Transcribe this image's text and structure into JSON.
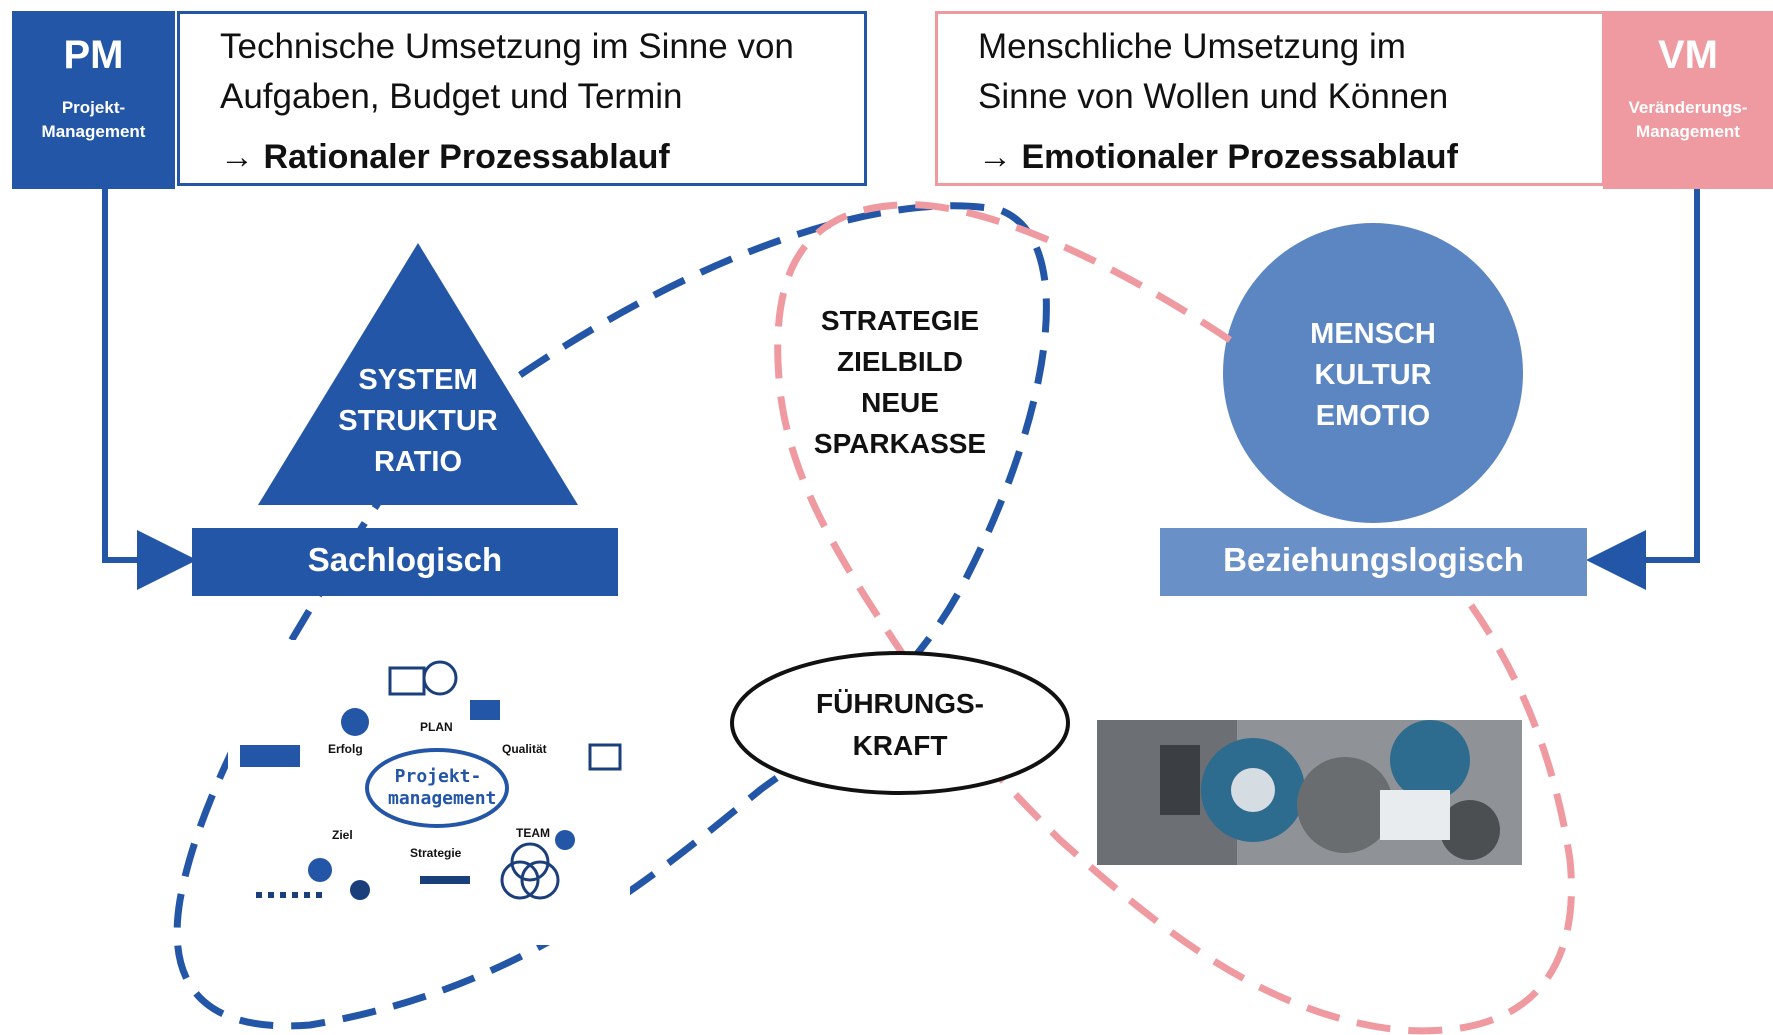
{
  "pm": {
    "abbr": "PM",
    "full_line1": "Projekt-",
    "full_line2": "Management",
    "desc_line1": "Technische Umsetzung im Sinne von",
    "desc_line2": "Aufgaben, Budget und Termin",
    "flow": "→ Rationaler Prozessablauf"
  },
  "vm": {
    "abbr": "VM",
    "full_line1": "Veränderungs-",
    "full_line2": "Management",
    "desc_line1": "Menschliche Umsetzung im",
    "desc_line2": "Sinne von Wollen und Können",
    "flow": "→ Emotionaler Prozessablauf"
  },
  "triangle": {
    "line1": "SYSTEM",
    "line2": "STRUKTUR",
    "line3": "RATIO"
  },
  "circle": {
    "line1": "MENSCH",
    "line2": "KULTUR",
    "line3": "EMOTIO"
  },
  "left_label": "Sachlogisch",
  "right_label": "Beziehungslogisch",
  "center": {
    "line1": "STRATEGIE",
    "line2": "ZIELBILD",
    "line3": "NEUE",
    "line4": "SPARKASSE"
  },
  "leader": {
    "line1": "FÜHRUNGS-",
    "line2": "KRAFT"
  },
  "pm_image": {
    "center_line1": "Projekt-",
    "center_line2": "management",
    "plan": "PLAN",
    "erfolg": "Erfolg",
    "qualitaet": "Qualität",
    "ziel": "Ziel",
    "team": "TEAM",
    "strategie": "Strategie"
  },
  "colors": {
    "pm_blue": "#2356A6",
    "vm_pink": "#EF9AA0",
    "circle_blue": "#5B86C2",
    "label_blue_light": "#6A90C8"
  }
}
